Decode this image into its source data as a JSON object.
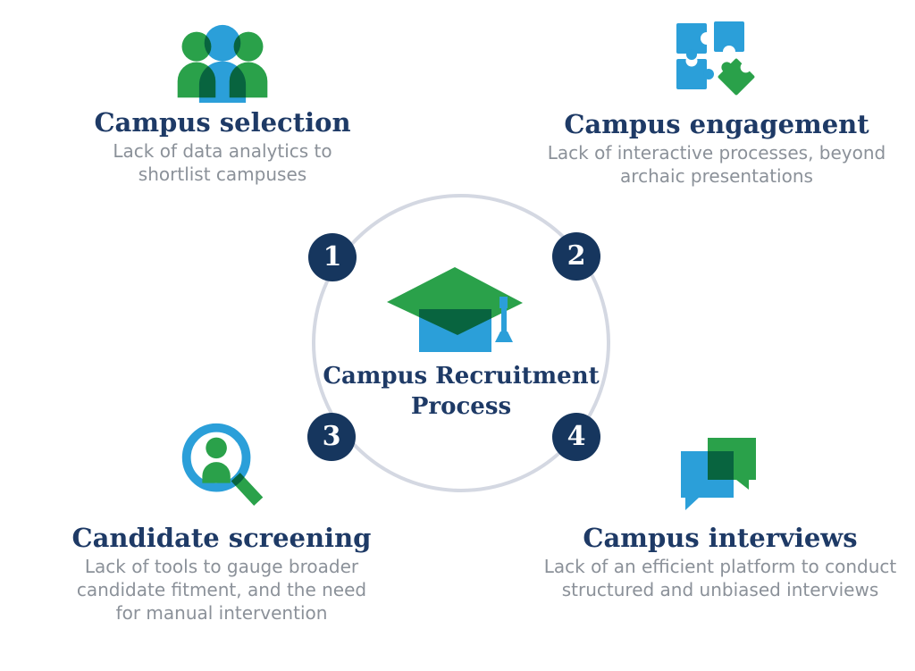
{
  "colors": {
    "navy": "#1e3a66",
    "badge_navy": "#16365e",
    "blue": "#2b9fd9",
    "green": "#2aa14a",
    "gray_text": "#8b9199",
    "ring_gray": "#d4d8e2",
    "white": "#ffffff"
  },
  "center": {
    "title": "Campus Recruitment Process",
    "icon": "graduation-cap-icon",
    "steps": [
      {
        "number": "1"
      },
      {
        "number": "2"
      },
      {
        "number": "3"
      },
      {
        "number": "4"
      }
    ]
  },
  "quadrants": [
    {
      "id": "campus-selection",
      "icon": "people-group-icon",
      "title": "Campus selection",
      "description": "Lack of data analytics to shortlist campuses"
    },
    {
      "id": "campus-engagement",
      "icon": "puzzle-pieces-icon",
      "title": "Campus engagement",
      "description": "Lack of interactive processes, beyond archaic presentations"
    },
    {
      "id": "candidate-screening",
      "icon": "candidate-search-icon",
      "title": "Candidate screening",
      "description": "Lack of tools to gauge broader candidate fitment, and the need for manual intervention"
    },
    {
      "id": "campus-interviews",
      "icon": "chat-bubbles-icon",
      "title": "Campus interviews",
      "description": "Lack of an efficient platform to conduct structured and unbiased interviews"
    }
  ]
}
